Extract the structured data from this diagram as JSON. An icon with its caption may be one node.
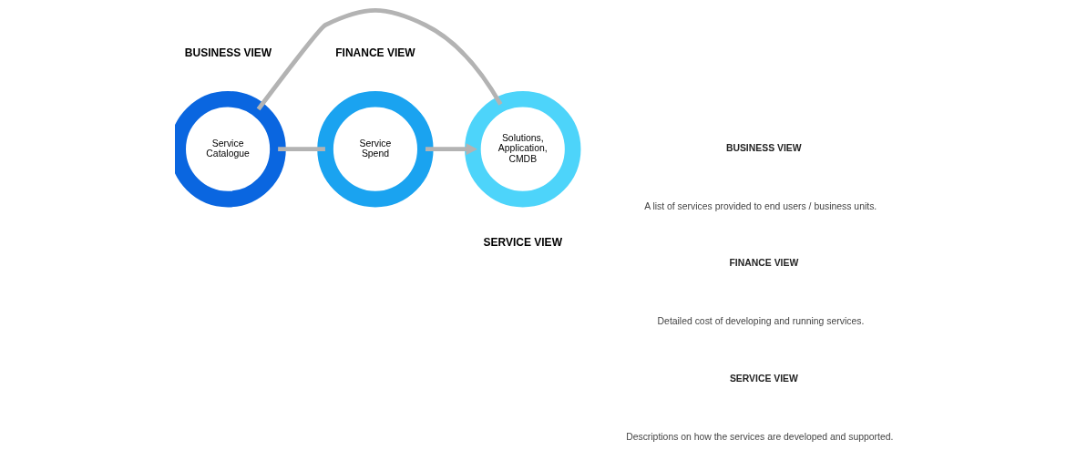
{
  "diagram": {
    "nodes": [
      {
        "text": [
          "Service Spend"
        ],
        "beside": [
          "FINANCE VIEW"
        ]
      },
      {
        "text": [
          "Service Catalogue"
        ],
        "beside": [
          "BUSINESS VIEW"
        ]
      },
      {
        "text": [
          "Solutions, Application, CMDB"
        ],
        "beside": [
          "SERVICE VIEW"
        ]
      }
    ],
    "edges": [
      {
        "from": 0,
        "to": 2,
        "arrow": "to"
      },
      {
        "from": 2,
        "to": 1,
        "arrow": "none"
      },
      {
        "from": 1,
        "to": 0,
        "arrow": "none"
      }
    ],
    "labels": [
      "BUSINESS VIEW",
      "A list of services provided to end users / business units.",
      "FINANCE VIEW",
      "Detailed cost of developing and running services.",
      "SERVICE VIEW",
      "Descriptions on how the services are developed and supported."
    ]
  }
}
